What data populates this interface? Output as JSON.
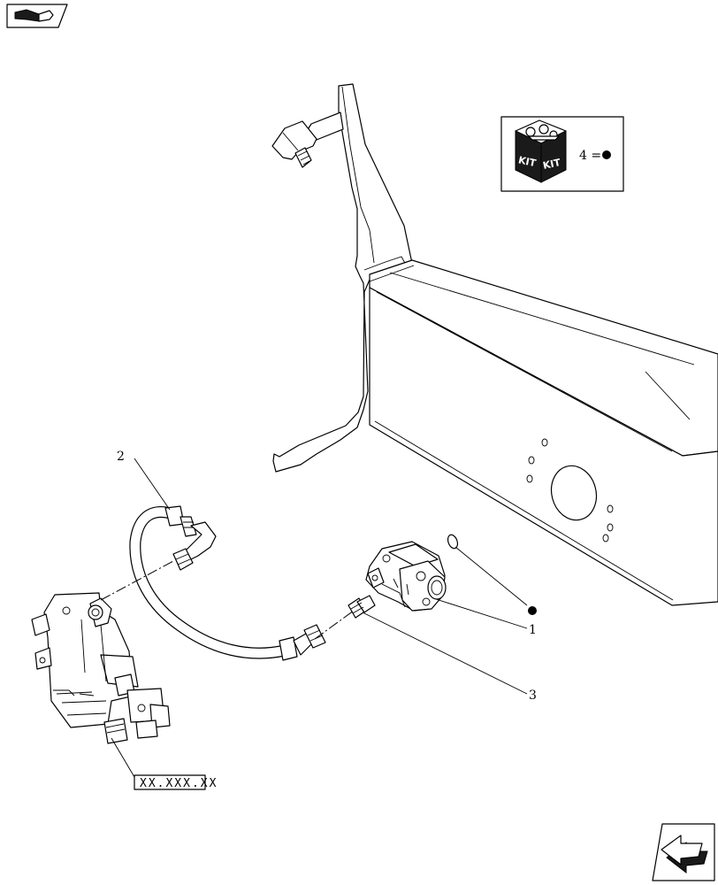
{
  "kit": {
    "label_left": "KIT",
    "label_right": "KIT",
    "equation": "4 ="
  },
  "callouts": {
    "c1": "1",
    "c2": "2",
    "c3": "3"
  },
  "reference": {
    "code": "XX.XXX.XX"
  },
  "colors": {
    "line": "#000000",
    "background": "#ffffff"
  }
}
